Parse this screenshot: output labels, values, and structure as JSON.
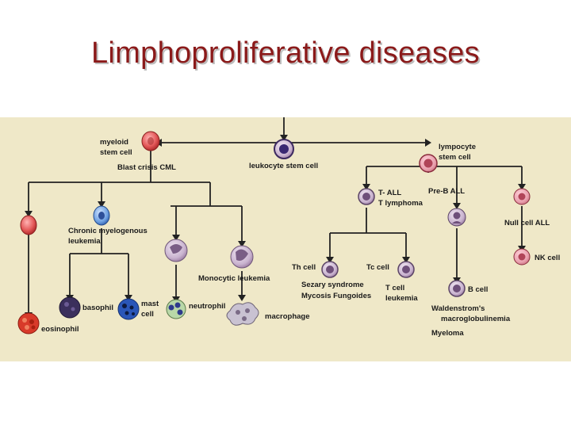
{
  "slide": {
    "title": "Limphoproliferative diseases"
  },
  "diagram": {
    "labels": {
      "myeloid_1": "myeloid",
      "myeloid_2": "stem cell",
      "blast_crisis": "Blast crisis CML",
      "leukocyte_stem": "leukocyte stem cell",
      "lymphocyte_1": "lympocyte",
      "lymphocyte_2": "stem cell",
      "chronic_1": "Chronic myelogenous",
      "chronic_2": "leukemia",
      "t_all_1": "T- ALL",
      "t_all_2": "T lymphoma",
      "pre_b_all": "Pre-B ALL",
      "null_cell_all": "Null cell ALL",
      "nk_cell": "NK cell",
      "monocytic_leukemia": "Monocytic leukemia",
      "th_cell": "Th cell",
      "tc_cell": "Tc cell",
      "sezary": "Sezary syndrome",
      "mycosis": "Mycosis Fungoides",
      "t_cell_1": "T cell",
      "t_cell_2": "leukemia",
      "b_cell": "B cell",
      "waldenstrom_1": "Waldenstrom's",
      "waldenstrom_2": "macroglobulinemia",
      "myeloma": "Myeloma",
      "basophil": "basophil",
      "mast_1": "mast",
      "mast_2": "cell",
      "neutrophil": "neutrophil",
      "macrophage": "macrophage",
      "eosinophil": "eosinophil"
    },
    "colors": {
      "background": "#efe8c8",
      "title": "#8b1a1a",
      "myeloid_cell": "#e45a5a",
      "lymphoid_cell": "#b58ab0",
      "lines": "#222222"
    }
  }
}
